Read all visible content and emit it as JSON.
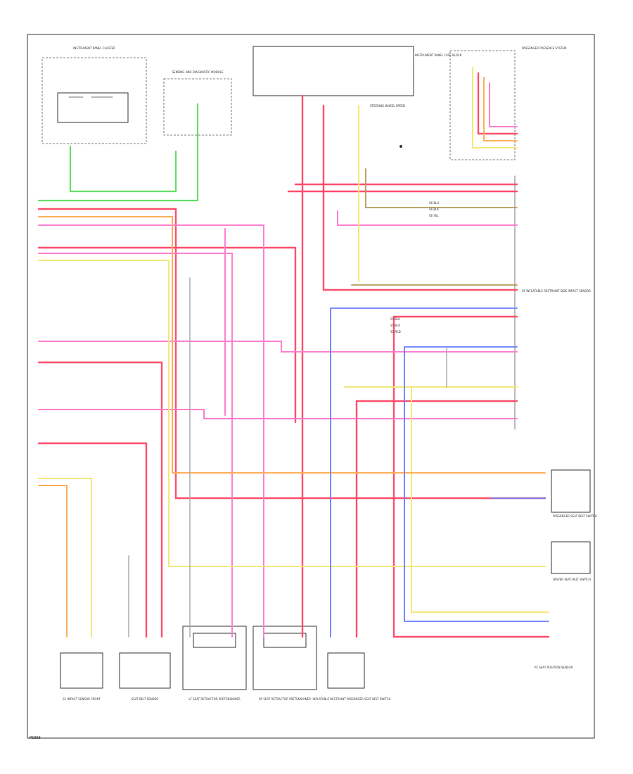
{
  "diagram": {
    "code": "P5899",
    "components": {
      "ipc": "INSTRUMENT PANEL CLUSTER",
      "sdm": "SENSING AND DIAGNOSTIC MODULE",
      "spb": "STEERING WHEEL SPEED",
      "fuse": "INSTRUMENT PANEL FUSE BLOCK",
      "pps": "PASSENGER PRESENCE SYSTEM",
      "s1": "S1 IMPACT SENSOR FRONT",
      "s2": "SEAT BELT SENSOR",
      "s3": "LF SEAT RETRACTOR PRETENSIONER",
      "s4": "RF SEAT RETRACTOR PRETENSIONER",
      "s5": "INFLATABLE RESTRAINT PASSENGER SEAT BELT SWITCH",
      "r1": "RF INFLATABLE RESTRAINT SIDE IMPACT SENSOR",
      "r2": "PASSENGER SEAT BELT SWITCH",
      "r3": "DRIVER SEAT BELT SWITCH",
      "r4": "RF SEAT POSITION SENSOR"
    },
    "splice_labels": [
      "S5 BLU",
      "S5 BLK",
      "S5 RED",
      "S6 BLU",
      "S6 BLK",
      "S6 YEL"
    ]
  }
}
